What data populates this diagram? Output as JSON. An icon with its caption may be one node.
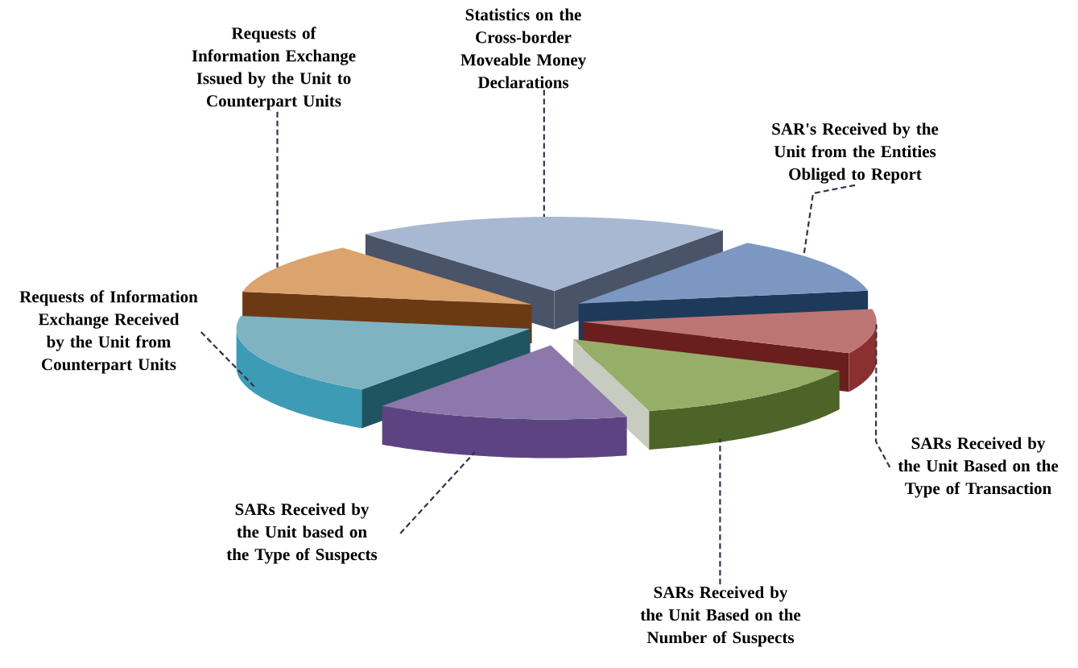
{
  "diagram": {
    "nodes": [
      {
        "text": [
          "Requests of Information Exchange Issued by the Unit to Counterpart Units"
        ]
      },
      {
        "text": [
          "Statistics on the Cross-border Moveable Money Declarations"
        ]
      },
      {
        "text": [
          "SAR's Received by the Unit from the Entities Obliged to Report"
        ]
      },
      {
        "text": [
          "Requests of Information Exchange Received by the Unit from Counterpart Units"
        ]
      },
      {
        "text": [
          "SARs Received by the Unit based on the Type of Suspects"
        ]
      },
      {
        "text": [
          "SARs Received by the Unit Based on the Number of Suspects"
        ]
      },
      {
        "text": [
          "SARs Received by the Unit Based on the Type of Transaction"
        ]
      },
      {
        "text": [],
        "shape": "slice"
      },
      {
        "text": [],
        "shape": "slice"
      },
      {
        "text": [],
        "shape": "slice"
      },
      {
        "text": [],
        "shape": "slice"
      },
      {
        "text": [],
        "shape": "slice"
      },
      {
        "text": [],
        "shape": "slice"
      },
      {
        "text": [],
        "shape": "slice"
      }
    ],
    "edges": [
      {
        "from": 0,
        "to": 7,
        "arrow": "none",
        "style": "dashed"
      },
      {
        "from": 1,
        "to": 10,
        "arrow": "none",
        "style": "dashed"
      },
      {
        "from": 2,
        "to": 12,
        "arrow": "none",
        "style": "dashed"
      },
      {
        "from": 3,
        "to": 8,
        "arrow": "none",
        "style": "dashed"
      },
      {
        "from": 4,
        "to": 9,
        "arrow": "none",
        "style": "dashed"
      },
      {
        "from": 5,
        "to": 11,
        "arrow": "none",
        "style": "dashed"
      },
      {
        "from": 6,
        "to": 13,
        "arrow": "none",
        "style": "dashed"
      }
    ]
  }
}
